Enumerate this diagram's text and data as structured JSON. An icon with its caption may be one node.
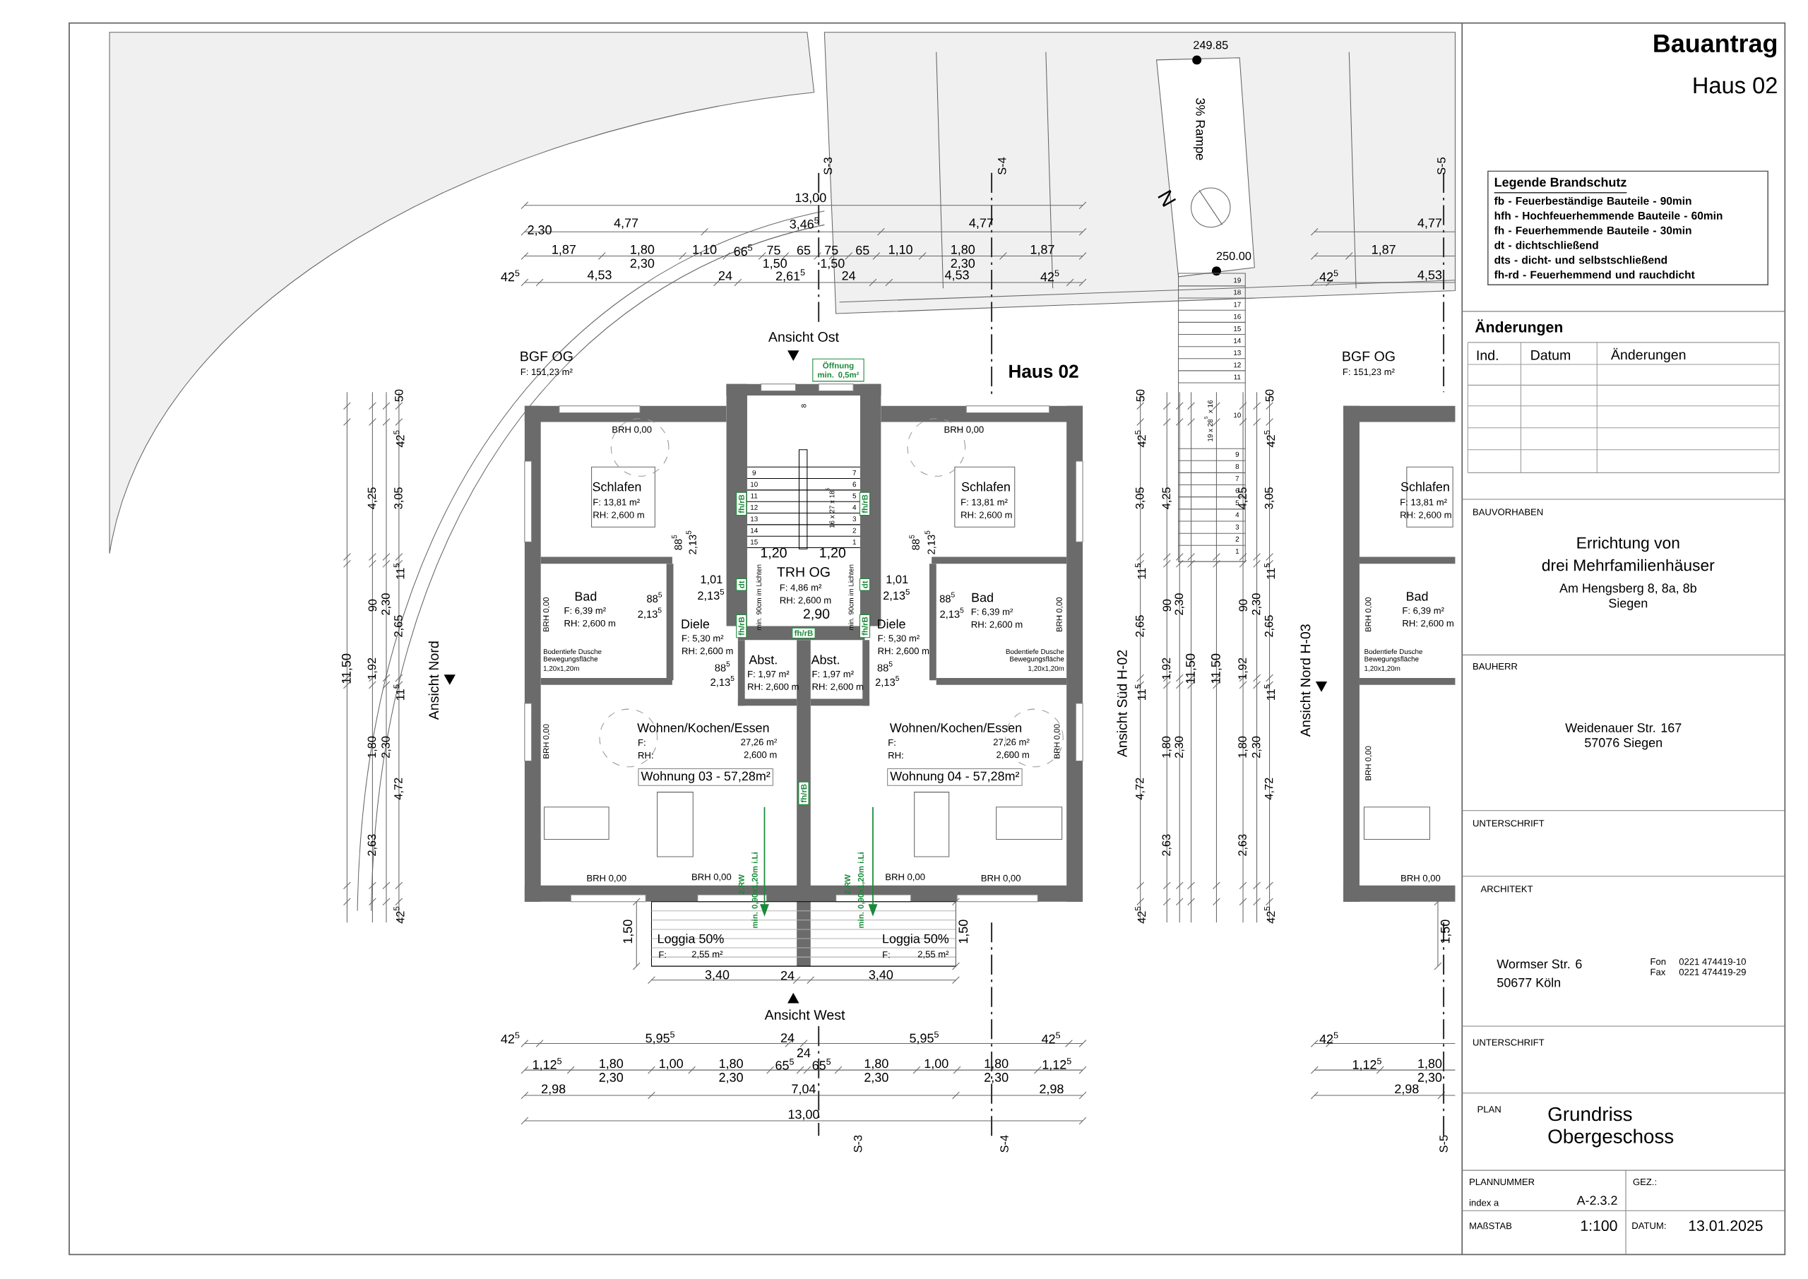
{
  "diagram": {
    "nodes": [
      {
        "text": [
          "Legende Brandschutz",
          "fb - Feuerbeständige Bauteile - 90min",
          "hfh - Hochfeuerhemmende Bauteile - 60min",
          "fh - Feuerhemmende Bauteile  - 30min",
          "dt - dichtschließend",
          "dts - dicht- und selbstschließend",
          "fh-rd - Feuerhemmend und rauchdicht"
        ]
      },
      {
        "text": [
          "Öffnung min. 0,5m²"
        ]
      }
    ],
    "labels": [
      "Bauantrag",
      "Haus 02",
      "Änderungen",
      "Ind.",
      "Datum",
      "Änderungen",
      "BAUVORHABEN",
      "Errichtung von",
      "drei Mehrfamilienhäuser",
      "Am Hengsberg 8, 8a, 8b",
      "Siegen",
      "BAUHERR",
      "Weidenauer Str. 167",
      "57076 Siegen",
      "UNTERSCHRIFT",
      "ARCHITEKT",
      "Wormser Str. 6",
      "50677 Köln",
      "Fon",
      "0221 474419-10",
      "Fax",
      "0221 474419-29",
      "UNTERSCHRIFT",
      "PLAN",
      "Grundriss",
      "Obergeschoss",
      "PLANNUMMER",
      "GEZ.:",
      "index a",
      "A-2.3.2",
      "MAßSTAB",
      "1:100",
      "DATUM:",
      "13.01.2025",
      "249.85",
      "3% Rampe",
      "N",
      "250.00",
      "S-3",
      "S-4",
      "S-5",
      "13,00",
      "2,30",
      "4,77",
      "3,46$^{5}$",
      "4,77",
      "1,87",
      "1,80",
      "1,10",
      "66$^{5}$",
      "75",
      "65",
      "75",
      "65",
      "1,10",
      "1,80",
      "1,87",
      "2,30",
      "1,50",
      "1,50",
      "2,30",
      "42$^{5}$",
      "4,53",
      "24",
      "2,61$^{5}$",
      "24",
      "4,53",
      "42$^{5}$",
      "4,77",
      "1,87",
      "42$^{5}$",
      "4,53",
      "BGF OG",
      "F: 151,23 m²",
      "BGF OG",
      "F: 151,23 m²",
      "Ansicht Ost",
      "Haus 02",
      "BRH 0,00",
      "BRH 0,00",
      "Schlafen",
      "F: 13,81 m²",
      "RH: 2,600 m",
      "Schlafen",
      "F: 13,81 m²",
      "RH: 2,600 m",
      "9",
      "10",
      "11",
      "12",
      "13",
      "14",
      "15",
      "7",
      "6",
      "5",
      "4",
      "3",
      "2",
      "1",
      "16 x 27 x 18$^{5}$",
      "fh/rB",
      "fh/rB",
      "dt",
      "dt",
      "fh/rB",
      "fh/rB",
      "fh/rB",
      "fh/rB",
      "1,20",
      "1,20",
      "TRH OG",
      "F: 4,86 m²",
      "RH: 2,600 m",
      "min. 90cm im Lichten",
      "min. 90cm im Lichten",
      "2,90",
      "1,01",
      "2,13$^{5}$",
      "1,01",
      "2,13$^{5}$",
      "88$^{5}$",
      "2,13$^{5}$",
      "88$^{5}$",
      "2,13$^{5}$",
      "Bad",
      "F: 6,39 m²",
      "RH: 2,600 m",
      "Bad",
      "F: 6,39 m²",
      "RH: 2,600 m",
      "88$^{5}$",
      "2,13$^{5}$",
      "88$^{5}$",
      "2,13$^{5}$",
      "BRH 0,00",
      "BRH 0,00",
      "Bodentiefe Dusche",
      "Bewegungsfläche",
      "1,20x1,20m",
      "Diele",
      "F: 5,30 m²",
      "RH: 2,600 m",
      "Diele",
      "F: 5,30 m²",
      "RH: 2,600 m",
      "Bodentiefe Dusche",
      "Bewegungsfläche",
      "1,20x1,20m",
      "Abst.",
      "F: 1,97 m²",
      "RH: 2,600 m",
      "Abst.",
      "F: 1,97 m²",
      "RH: 2,600 m",
      "88$^{5}$",
      "2,13$^{5}$",
      "88$^{5}$",
      "2,13$^{5}$",
      "Wohnen/Kochen/Essen",
      "F:",
      "27,26 m²",
      "RH:",
      "2,600 m",
      "Wohnen/Kochen/Essen",
      "F:",
      "27,26 m²",
      "RH:",
      "2,600 m",
      "BRH 0,00",
      "BRH 0,00",
      "Wohnung 03 - 57,28m²",
      "Wohnung 04 - 57,28m²",
      "BRH 0,00",
      "BRH 0,00",
      "BRH 0,00",
      "BRH 0,00",
      "2.RW",
      "min. 0,90x1,20m i.Li",
      "2.RW",
      "min. 0,90x1,20m i.Li",
      "Loggia 50%",
      "F:",
      "2,55 m²",
      "Loggia 50%",
      "F:",
      "2,55 m²",
      "1,50",
      "1,50",
      "3,40",
      "24",
      "3,40",
      "Ansicht West",
      "42$^{5}$",
      "5,95$^{5}$",
      "24",
      "5,95$^{5}$",
      "42$^{5}$",
      "24",
      "1,12$^{5}$",
      "1,80",
      "1,00",
      "1,80",
      "65$^{5}$",
      "65$^{5}$",
      "1,80",
      "1,00",
      "1,80",
      "1,12$^{5}$",
      "2,30",
      "2,30",
      "2,30",
      "2,30",
      "2,98",
      "7,04",
      "2,98",
      "13,00",
      "S-3",
      "S-4",
      "S-5",
      "42$^{5}$",
      "1,12$^{5}$",
      "1,80",
      "2,30",
      "2,98",
      "50",
      "42$^{5}$",
      "3,05",
      "11$^{5}$",
      "2,65",
      "11$^{5}$",
      "4,72",
      "42$^{5}$",
      "4,25",
      "90",
      "1,92",
      "1,80",
      "2,63",
      "2,30",
      "2,30",
      "11,50",
      "50",
      "42$^{5}$",
      "3,05",
      "11$^{5}$",
      "2,65",
      "11$^{5}$",
      "4,72",
      "42$^{5}$",
      "4,25",
      "90",
      "1,92",
      "1,80",
      "2,63",
      "2,30",
      "2,30",
      "11,50",
      "50",
      "42$^{5}$",
      "3,05",
      "11$^{5}$",
      "2,65",
      "11$^{5}$",
      "4,72",
      "42$^{5}$",
      "4,25",
      "90",
      "1,92",
      "1,80",
      "2,63",
      "2,30",
      "2,30",
      "11,50",
      "1,50",
      "Ansicht Nord",
      "Ansicht Süd H-02",
      "Ansicht Nord H-03",
      "Schlafen",
      "F: 13,81 m²",
      "RH: 2,600 m",
      "Bad",
      "F: 6,39 m²",
      "RH: 2,600 m",
      "Bodentiefe Dusche",
      "Bewegungsfläche",
      "1,20x1,20m",
      "BRH 0,00",
      "BRH 0,00",
      "BRH 0,00",
      "19",
      "18",
      "17",
      "16",
      "15",
      "14",
      "13",
      "12",
      "11",
      "10",
      "9",
      "8",
      "7",
      "6",
      "5",
      "4",
      "3",
      "2",
      "1",
      "19 x 28$^{5}$ x 16",
      "8"
    ]
  }
}
